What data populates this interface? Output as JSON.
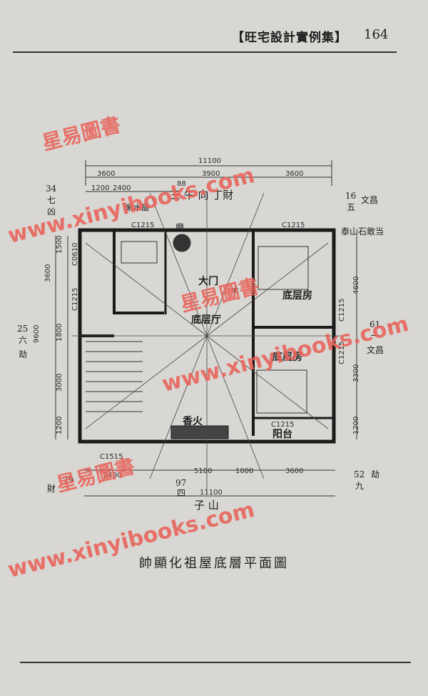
{
  "header": {
    "title": "【旺宅設計實例集】",
    "page_number": "164"
  },
  "plan": {
    "dimensions": {
      "total_top": "11100",
      "top_left": "3600",
      "top_mid": "3900",
      "top_right": "3600",
      "sub_1200": "1200",
      "sub_2400": "2400",
      "sub_88": "88",
      "left_1500": "1500",
      "left_3600": "3600",
      "left_9600": "9600",
      "left_1800": "1800",
      "left_3000": "3000",
      "left_1200": "1200",
      "right_4600": "4600",
      "right_3300": "3300",
      "right_1200": "1200",
      "bottom_2400": "2400",
      "bottom_5100": "5100",
      "bottom_1000": "1000",
      "bottom_3600": "3600",
      "bottom_total": "11100"
    },
    "window_codes": {
      "top_left": "C1215",
      "top_right": "C1215",
      "left_c0610": "C0610",
      "left_c1215": "C1215",
      "right_c1215_a": "C1215",
      "right_c1215_b": "C1215",
      "bottom_c1515": "C1515",
      "balcony_c1215": "C1215"
    },
    "rooms": {
      "front_door": "大门",
      "living_room": "底层厅",
      "bedroom_1": "底层房",
      "bedroom_2": "底层房",
      "incense": "香火",
      "balcony": "阳台",
      "glass_block": "木",
      "crystal": "紫水晶",
      "mo": "磨"
    },
    "compass": {
      "top_label": "三 午 向 丁財",
      "top_left_num": "34",
      "top_left_word": "七",
      "top_left_sub": "凶",
      "top_right_num": "16",
      "top_right_word": "五",
      "top_right_sub": "文昌",
      "right_label": "泰山石敢当",
      "right_mid_num": "61",
      "right_mid_word": "一",
      "right_mid_sub": "文昌",
      "left_mid_num": "25",
      "left_mid_word": "六",
      "left_mid_sub": "劫",
      "bottom_left_num": "79",
      "bottom_left_sub": "財",
      "bottom_mid_num": "97",
      "bottom_mid_word": "四",
      "bottom_mid_label": "子 山",
      "bottom_right_num": "52",
      "bottom_right_word": "九",
      "bottom_right_sub": "劫"
    }
  },
  "watermarks": {
    "cn_1": "星易圖書",
    "en_1": "www.xinyibooks.com",
    "cn_2": "星易圖書",
    "en_2": "www.xinyibooks.com",
    "cn_3": "星易圖書",
    "en_3": "www.xinyibooks.com"
  },
  "caption": "帥顯化祖屋底層平面圖"
}
